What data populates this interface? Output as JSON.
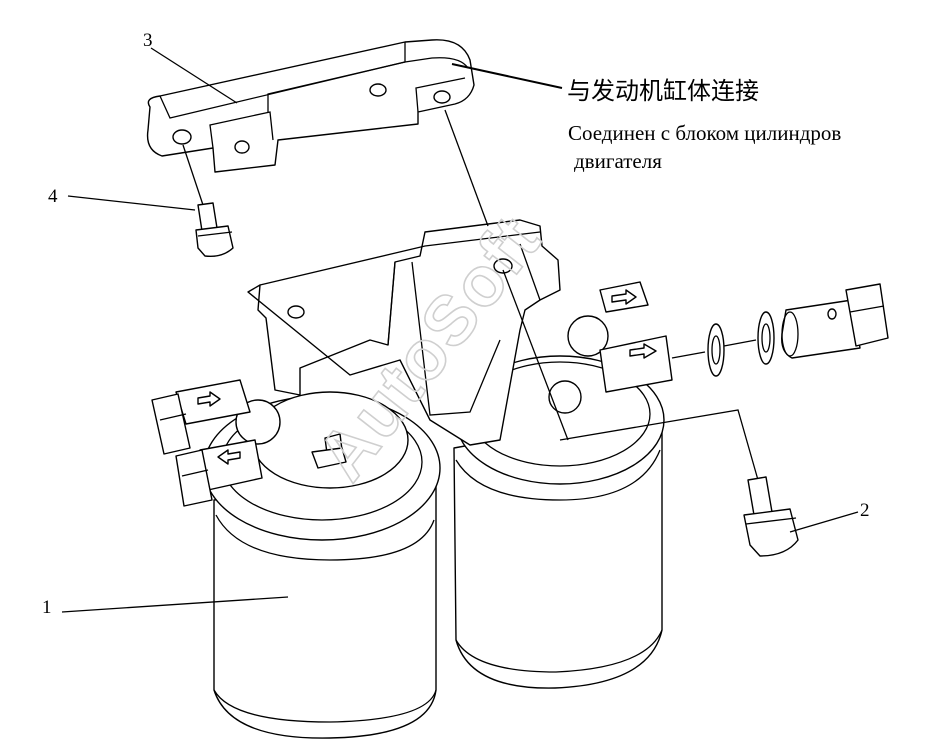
{
  "labels": {
    "callout_1": "1",
    "callout_2": "2",
    "callout_3": "3",
    "callout_4": "4"
  },
  "annotation": {
    "chinese": "与发动机缸体连接",
    "russian_line1": "Соединен с блоком цилиндров",
    "russian_line2": "двигателя"
  },
  "watermark": "AutoSoft",
  "colors": {
    "line": "#000000",
    "background": "#ffffff",
    "watermark": "#cfcfcf"
  },
  "icons": {
    "flow_arrow": "right-arrow-icon"
  }
}
